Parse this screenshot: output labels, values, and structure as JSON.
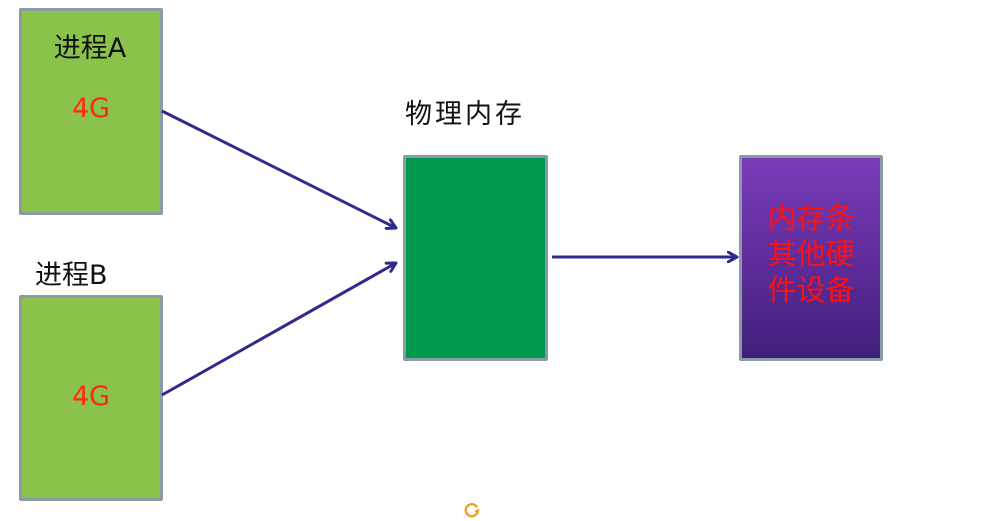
{
  "diagram": {
    "process_a": {
      "label": "进程A",
      "size": "4G"
    },
    "process_b": {
      "label": "进程B",
      "size": "4G"
    },
    "physical_memory": {
      "label": "物理内存"
    },
    "hardware": {
      "lines": [
        "内存条",
        "其他硬",
        "件设备"
      ]
    },
    "edges": [
      {
        "from": "process_a",
        "to": "physical_memory"
      },
      {
        "from": "process_b",
        "to": "physical_memory"
      },
      {
        "from": "physical_memory",
        "to": "hardware"
      }
    ],
    "colors": {
      "process_box": "#8bc24a",
      "memory_box": "#00984c",
      "hardware_box": "#6a32a8",
      "arrow": "#2e2a8e",
      "size_text": "#ff2a10",
      "hardware_text": "#ff1010"
    }
  },
  "controls": {
    "refresh_icon": "refresh-icon"
  }
}
